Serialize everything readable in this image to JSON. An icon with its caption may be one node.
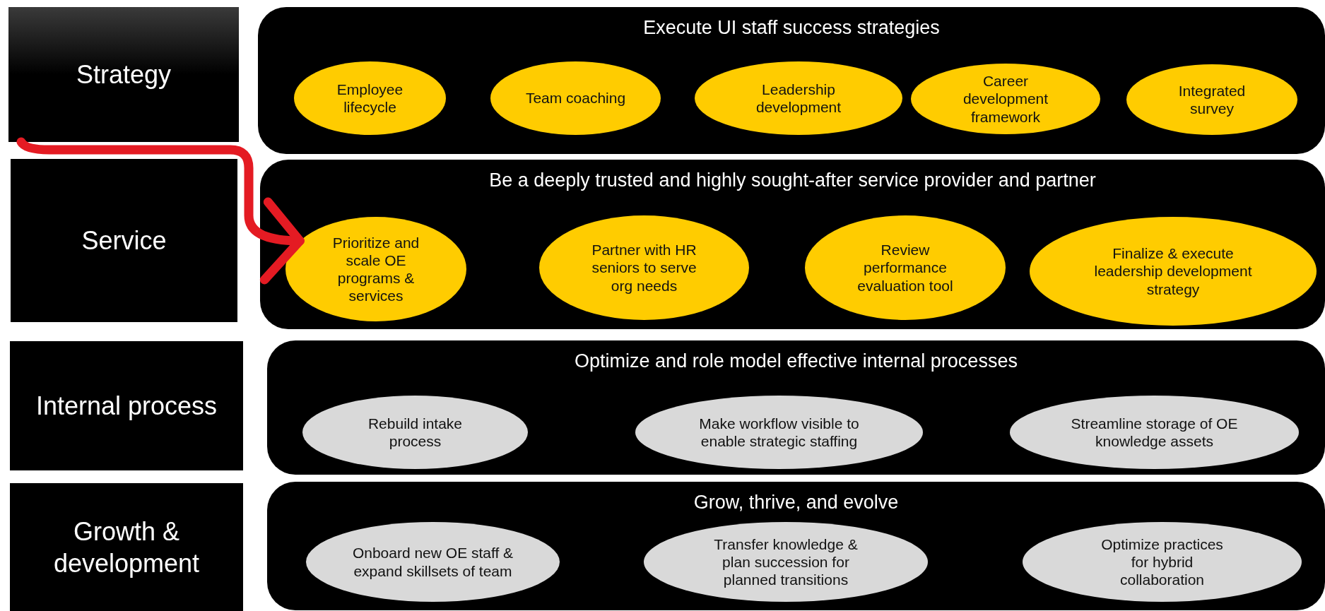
{
  "diagram": {
    "nodes": [
      {
        "text": [
          "Strategy"
        ]
      },
      {
        "text": [
          "Execute UI staff success strategies"
        ]
      },
      {
        "text": [
          "Employee lifecycle"
        ],
        "in": 1
      },
      {
        "text": [
          "Team coaching"
        ],
        "in": 1
      },
      {
        "text": [
          "Leadership development"
        ],
        "in": 1
      },
      {
        "text": [
          "Career development framework"
        ],
        "in": 1
      },
      {
        "text": [
          "Integrated survey"
        ],
        "in": 1
      },
      {
        "text": [
          "Service"
        ]
      },
      {
        "text": [
          "Be a deeply trusted and highly sought-after service provider and partner"
        ]
      },
      {
        "text": [
          "Prioritize and scale OE programs & services"
        ],
        "in": 8
      },
      {
        "text": [
          "Partner with HR seniors to serve org needs"
        ],
        "in": 8
      },
      {
        "text": [
          "Review performance evaluation tool"
        ],
        "in": 8
      },
      {
        "text": [
          "Finalize & execute leadership development strategy"
        ],
        "in": 8
      },
      {
        "text": [
          "Internal process"
        ]
      },
      {
        "text": [
          "Optimize and role model effective internal processes"
        ]
      },
      {
        "text": [
          "Rebuild intake process"
        ],
        "in": 14
      },
      {
        "text": [
          "Make workflow visible to enable strategic staffing"
        ],
        "in": 14
      },
      {
        "text": [
          "Streamline storage of OE knowledge assets"
        ],
        "in": 14
      },
      {
        "text": [
          "Growth & development"
        ]
      },
      {
        "text": [
          "Grow, thrive, and evolve"
        ]
      },
      {
        "text": [
          "Onboard new OE staff & expand skillsets of team"
        ],
        "in": 19
      },
      {
        "text": [
          "Transfer knowledge & plan succession for planned transitions"
        ],
        "in": 19
      },
      {
        "text": [
          "Optimize practices for hybrid collaboration"
        ],
        "in": 19
      }
    ],
    "edges": [
      {
        "from": 0,
        "to": 9,
        "arrow": "to",
        "color": "#e41b23"
      }
    ]
  }
}
